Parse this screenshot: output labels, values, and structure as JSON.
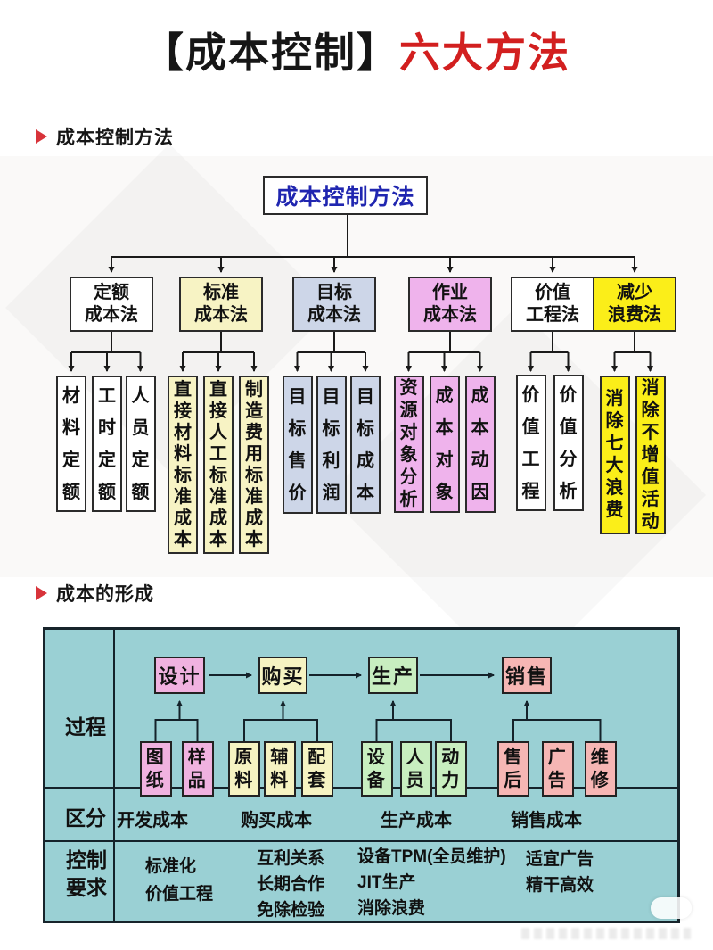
{
  "page": {
    "title_black": "【成本控制】",
    "title_red": "六大方法"
  },
  "colors": {
    "accent_red": "#d21f1f",
    "root_text_blue": "#2026b0",
    "panel_teal": "#9ad0d4",
    "pale_yellow": "#f7f3c4",
    "periwinkle": "#cdd6e8",
    "orchid_pink": "#efb3ec",
    "vivid_yellow": "#fbee19",
    "stage_pink": "#f0b2e0",
    "stage_yellow": "#f6f3c2",
    "stage_green": "#c8eec0",
    "stage_salmon": "#f6b6b4"
  },
  "section1": {
    "heading": "成本控制方法",
    "root": "成本控制方法",
    "branches": [
      {
        "top": "定额",
        "bottom": "成本法",
        "children": [
          "材料定额",
          "工时定额",
          "人员定额"
        ]
      },
      {
        "top": "标准",
        "bottom": "成本法",
        "children": [
          "直接材料标准成本",
          "直接人工标准成本",
          "制造费用标准成本"
        ]
      },
      {
        "top": "目标",
        "bottom": "成本法",
        "children": [
          "目标售价",
          "目标利润",
          "目标成本"
        ]
      },
      {
        "top": "作业",
        "bottom": "成本法",
        "children": [
          "资源对象分析",
          "成本对象",
          "成本动因"
        ]
      },
      {
        "top": "价值",
        "bottom": "工程法",
        "children": [
          "价值工程",
          "价值分析"
        ]
      },
      {
        "top": "减少",
        "bottom": "浪费法",
        "children": [
          "消除七大浪费",
          "消除不增值活动"
        ]
      }
    ]
  },
  "section2": {
    "heading": "成本的形成",
    "row_labels": [
      "过程",
      "区分",
      "控制要求"
    ],
    "stages": [
      {
        "name": "设计",
        "children": [
          "图纸",
          "样品"
        ],
        "cost": "开发成本",
        "requirements": [
          "标准化",
          "价值工程"
        ]
      },
      {
        "name": "购买",
        "children": [
          "原料",
          "辅料",
          "配套"
        ],
        "cost": "购买成本",
        "requirements": [
          "互利关系",
          "长期合作",
          "免除检验"
        ]
      },
      {
        "name": "生产",
        "children": [
          "设备",
          "人员",
          "动力"
        ],
        "cost": "生产成本",
        "requirements": [
          "设备TPM(全员维护)",
          "JIT生产",
          "消除浪费"
        ]
      },
      {
        "name": "销售",
        "children": [
          "售后",
          "广告",
          "维修"
        ],
        "cost": "销售成本",
        "requirements": [
          "适宜广告",
          "精干高效"
        ]
      }
    ]
  }
}
